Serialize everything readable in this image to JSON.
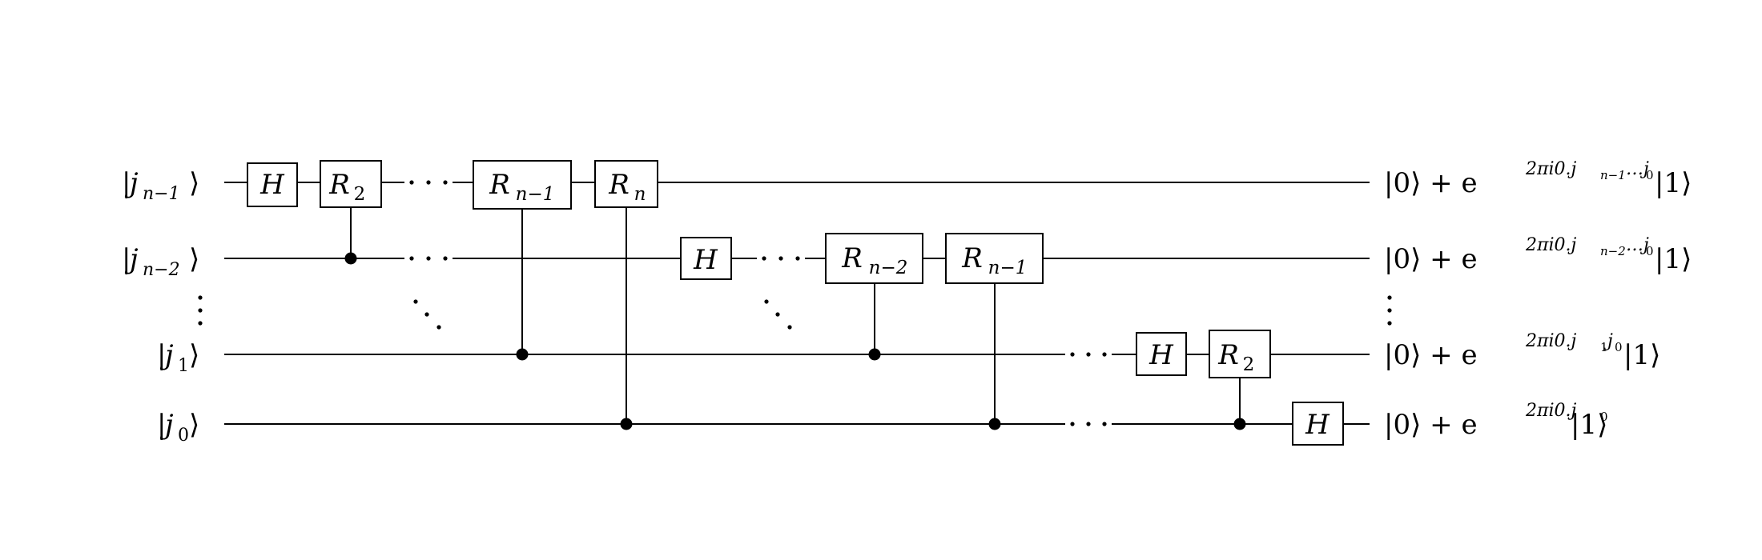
{
  "circuit": {
    "inputs": [
      {
        "name": "j",
        "sub": "n−1"
      },
      {
        "name": "j",
        "sub": "n−2"
      },
      {
        "name": "j",
        "sub": "1"
      },
      {
        "name": "j",
        "sub": "0"
      }
    ],
    "outputs": [
      {
        "prefix": "|0⟩ + e",
        "exp": "2πi0.j",
        "exp_sub1": "n−1",
        "exp_mid": "…j",
        "exp_sub2": "0",
        "suffix": "|1⟩"
      },
      {
        "prefix": "|0⟩ + e",
        "exp": "2πi0.j",
        "exp_sub1": "n−2",
        "exp_mid": "…j",
        "exp_sub2": "0",
        "suffix": "|1⟩"
      },
      {
        "prefix": "|0⟩ + e",
        "exp": "2πi0.j",
        "exp_sub1": "1",
        "exp_mid": "j",
        "exp_sub2": "0",
        "suffix": "|1⟩"
      },
      {
        "prefix": "|0⟩ + e",
        "exp": "2πi0.j",
        "exp_sub1": "0",
        "exp_mid": "",
        "exp_sub2": "",
        "suffix": "|1⟩"
      }
    ],
    "gates": {
      "h": "H",
      "r": "R",
      "r2_sub": "2",
      "rn_sub": "n",
      "rn1_sub": "n−1",
      "rn2_sub": "n−2"
    }
  }
}
